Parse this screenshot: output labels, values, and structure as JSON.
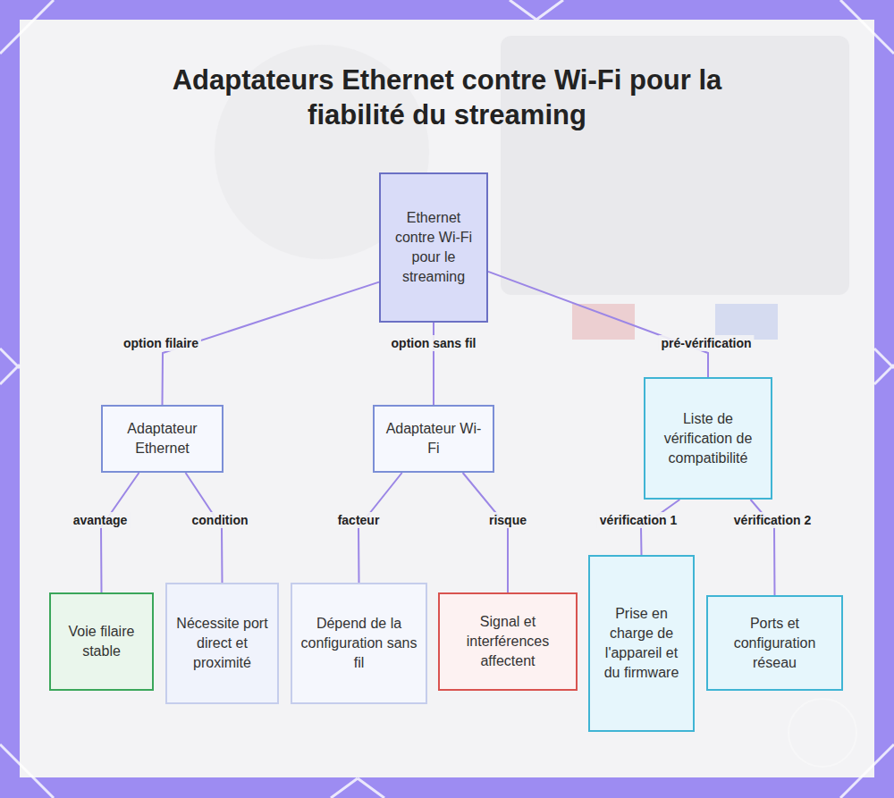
{
  "diagram": {
    "title": "Adaptateurs Ethernet contre Wi-Fi pour la fiabilité du streaming",
    "nodes": [
      {
        "text": [
          "Ethernet contre Wi-Fi pour le streaming"
        ]
      },
      {
        "text": [
          "Adaptateur Ethernet"
        ]
      },
      {
        "text": [
          "Adaptateur Wi-Fi"
        ]
      },
      {
        "text": [
          "Liste de vérification de compatibilité"
        ]
      },
      {
        "text": [
          "Voie filaire stable"
        ]
      },
      {
        "text": [
          "Nécessite port direct et proximité"
        ]
      },
      {
        "text": [
          "Dépend de la configuration sans fil"
        ]
      },
      {
        "text": [
          "Signal et interférences affectent"
        ]
      },
      {
        "text": [
          "Prise en charge de l'appareil et du firmware"
        ]
      },
      {
        "text": [
          "Ports et configuration réseau"
        ]
      }
    ],
    "edges": [
      {
        "from": 0,
        "to": 1,
        "label": "option filaire",
        "arrow": "none"
      },
      {
        "from": 0,
        "to": 2,
        "label": "option sans fil",
        "arrow": "none"
      },
      {
        "from": 0,
        "to": 3,
        "label": "pré-vérification",
        "arrow": "none"
      },
      {
        "from": 1,
        "to": 4,
        "label": "avantage",
        "arrow": "none"
      },
      {
        "from": 1,
        "to": 5,
        "label": "condition",
        "arrow": "none"
      },
      {
        "from": 2,
        "to": 6,
        "label": "facteur",
        "arrow": "none"
      },
      {
        "from": 2,
        "to": 7,
        "label": "risque",
        "arrow": "none"
      },
      {
        "from": 3,
        "to": 8,
        "label": "vérification 1",
        "arrow": "none"
      },
      {
        "from": 3,
        "to": 9,
        "label": "vérification 2",
        "arrow": "none"
      }
    ]
  }
}
